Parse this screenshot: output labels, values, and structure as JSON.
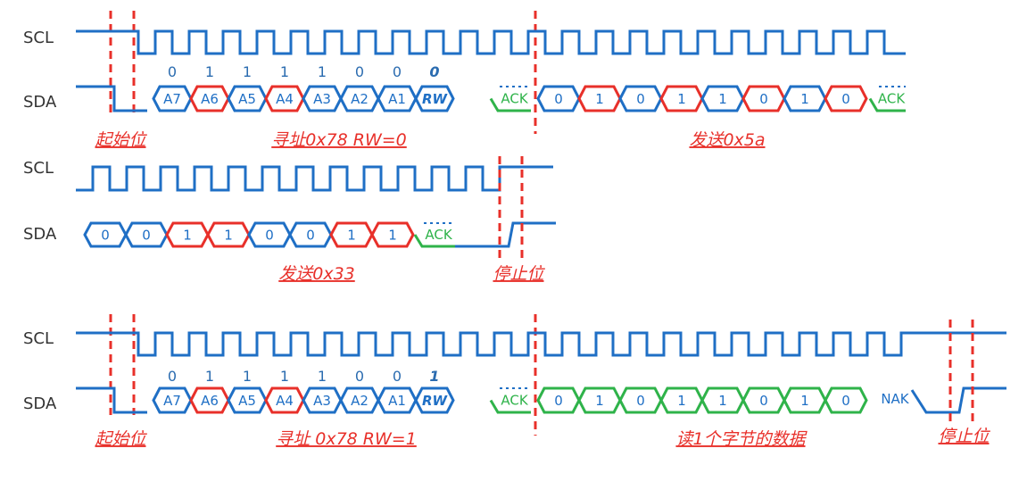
{
  "colors": {
    "blue": "#1f6fc5",
    "red": "#e8302a",
    "green": "#2fb34a",
    "label": "#333333",
    "header": "#2b6cb0"
  },
  "signals": {
    "scl": "SCL",
    "sda": "SDA"
  },
  "row1": {
    "address_bits": [
      "A7",
      "A6",
      "A5",
      "A4",
      "A3",
      "A2",
      "A1",
      "RW"
    ],
    "address_values": [
      "0",
      "1",
      "1",
      "1",
      "1",
      "0",
      "0",
      "0"
    ],
    "ack1": "ACK",
    "data_bits": [
      "0",
      "1",
      "0",
      "1",
      "1",
      "0",
      "1",
      "0"
    ],
    "ack2": "ACK",
    "annotations": {
      "start": "起始位",
      "address": "寻址0x78  RW=0",
      "data": "发送0x5a"
    }
  },
  "row2": {
    "data_bits": [
      "0",
      "0",
      "1",
      "1",
      "0",
      "0",
      "1",
      "1"
    ],
    "ack": "ACK",
    "annotations": {
      "data": "发送0x33",
      "stop": "停止位"
    }
  },
  "row3": {
    "address_bits": [
      "A7",
      "A6",
      "A5",
      "A4",
      "A3",
      "A2",
      "A1",
      "RW"
    ],
    "address_values": [
      "0",
      "1",
      "1",
      "1",
      "1",
      "0",
      "0",
      "1"
    ],
    "ack1": "ACK",
    "data_bits": [
      "0",
      "1",
      "0",
      "1",
      "1",
      "0",
      "1",
      "0"
    ],
    "nak": "NAK",
    "annotations": {
      "start": "起始位",
      "address": "寻址 0x78  RW=1",
      "data": "读1个字节的数据",
      "stop": "停止位"
    }
  }
}
